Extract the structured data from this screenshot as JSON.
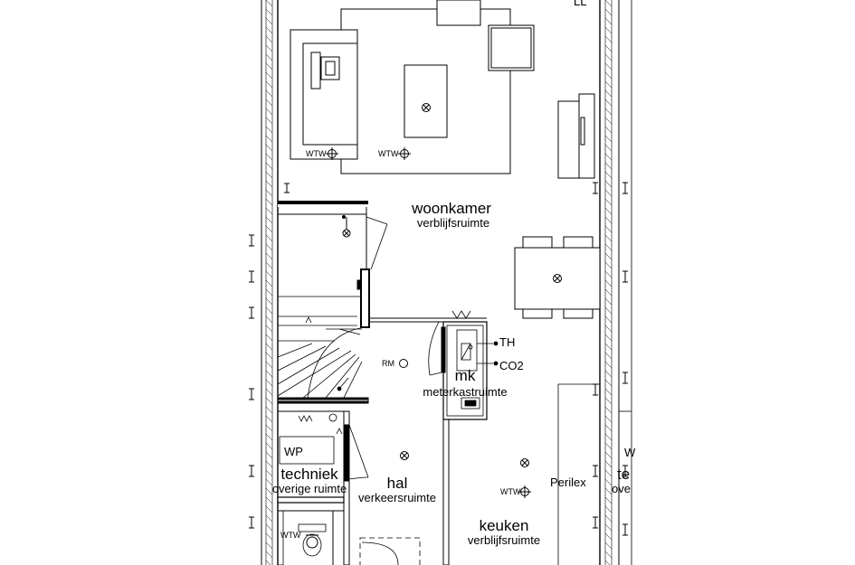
{
  "rooms": {
    "woonkamer": {
      "name": "woonkamer",
      "function": "verblijfsruimte"
    },
    "mk": {
      "name": "mk",
      "function": "meterkastruimte"
    },
    "hal": {
      "name": "hal",
      "function": "verkeersruimte"
    },
    "techniek": {
      "name": "techniek",
      "function": "overige ruimte"
    },
    "keuken": {
      "name": "keuken",
      "function": "verblijfsruimte"
    },
    "neighbor": {
      "name": "te",
      "function": "ove"
    }
  },
  "fixtures": {
    "wtw_labels": [
      "WTW",
      "WTW",
      "WTW",
      "WTW"
    ],
    "rm": "RM",
    "th": "TH",
    "co2": "CO2",
    "wp": "WP",
    "perilex": "Perilex",
    "top_right": "LL",
    "neighbor_w": "W"
  },
  "colors": {
    "line": "#000000",
    "background": "#ffffff",
    "wall_fill": "#ffffff"
  }
}
